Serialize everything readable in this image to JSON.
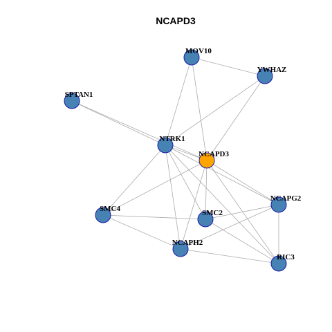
{
  "title": "NCAPD3",
  "colors": {
    "background": "#ffffff",
    "edge": "#aaaaaa",
    "node_default": "#4682b4",
    "node_focus": "#ffa500",
    "node_stroke": "#1a1aa6"
  },
  "graph": {
    "nodes": [
      {
        "id": "MOV10",
        "label": "MOV10",
        "focus": false
      },
      {
        "id": "YWHAZ",
        "label": "YWHAZ",
        "focus": false
      },
      {
        "id": "SPTAN1",
        "label": "SPTAN1",
        "focus": false
      },
      {
        "id": "NTRK1",
        "label": "NTRK1",
        "focus": false
      },
      {
        "id": "NCAPD3",
        "label": "NCAPD3",
        "focus": true
      },
      {
        "id": "NCAPG2",
        "label": "NCAPG2",
        "focus": false
      },
      {
        "id": "SMC4",
        "label": "SMC4",
        "focus": false
      },
      {
        "id": "SMC2",
        "label": "SMC2",
        "focus": false
      },
      {
        "id": "NCAPH2",
        "label": "NCAPH2",
        "focus": false
      },
      {
        "id": "RIC3",
        "label": "RIC3",
        "focus": false
      }
    ],
    "edges": [
      [
        "MOV10",
        "YWHAZ"
      ],
      [
        "MOV10",
        "NTRK1"
      ],
      [
        "MOV10",
        "NCAPD3"
      ],
      [
        "YWHAZ",
        "NTRK1"
      ],
      [
        "YWHAZ",
        "NCAPD3"
      ],
      [
        "SPTAN1",
        "NTRK1"
      ],
      [
        "SPTAN1",
        "NCAPD3"
      ],
      [
        "NTRK1",
        "NCAPD3"
      ],
      [
        "NTRK1",
        "NCAPG2"
      ],
      [
        "NTRK1",
        "SMC4"
      ],
      [
        "NTRK1",
        "SMC2"
      ],
      [
        "NTRK1",
        "NCAPH2"
      ],
      [
        "NTRK1",
        "RIC3"
      ],
      [
        "NCAPD3",
        "NCAPG2"
      ],
      [
        "NCAPD3",
        "SMC4"
      ],
      [
        "NCAPD3",
        "SMC2"
      ],
      [
        "NCAPD3",
        "NCAPH2"
      ],
      [
        "NCAPD3",
        "RIC3"
      ],
      [
        "NCAPG2",
        "SMC2"
      ],
      [
        "NCAPG2",
        "NCAPH2"
      ],
      [
        "NCAPG2",
        "RIC3"
      ],
      [
        "SMC4",
        "SMC2"
      ],
      [
        "SMC4",
        "NCAPH2"
      ],
      [
        "SMC2",
        "RIC3"
      ],
      [
        "NCAPH2",
        "RIC3"
      ]
    ]
  }
}
